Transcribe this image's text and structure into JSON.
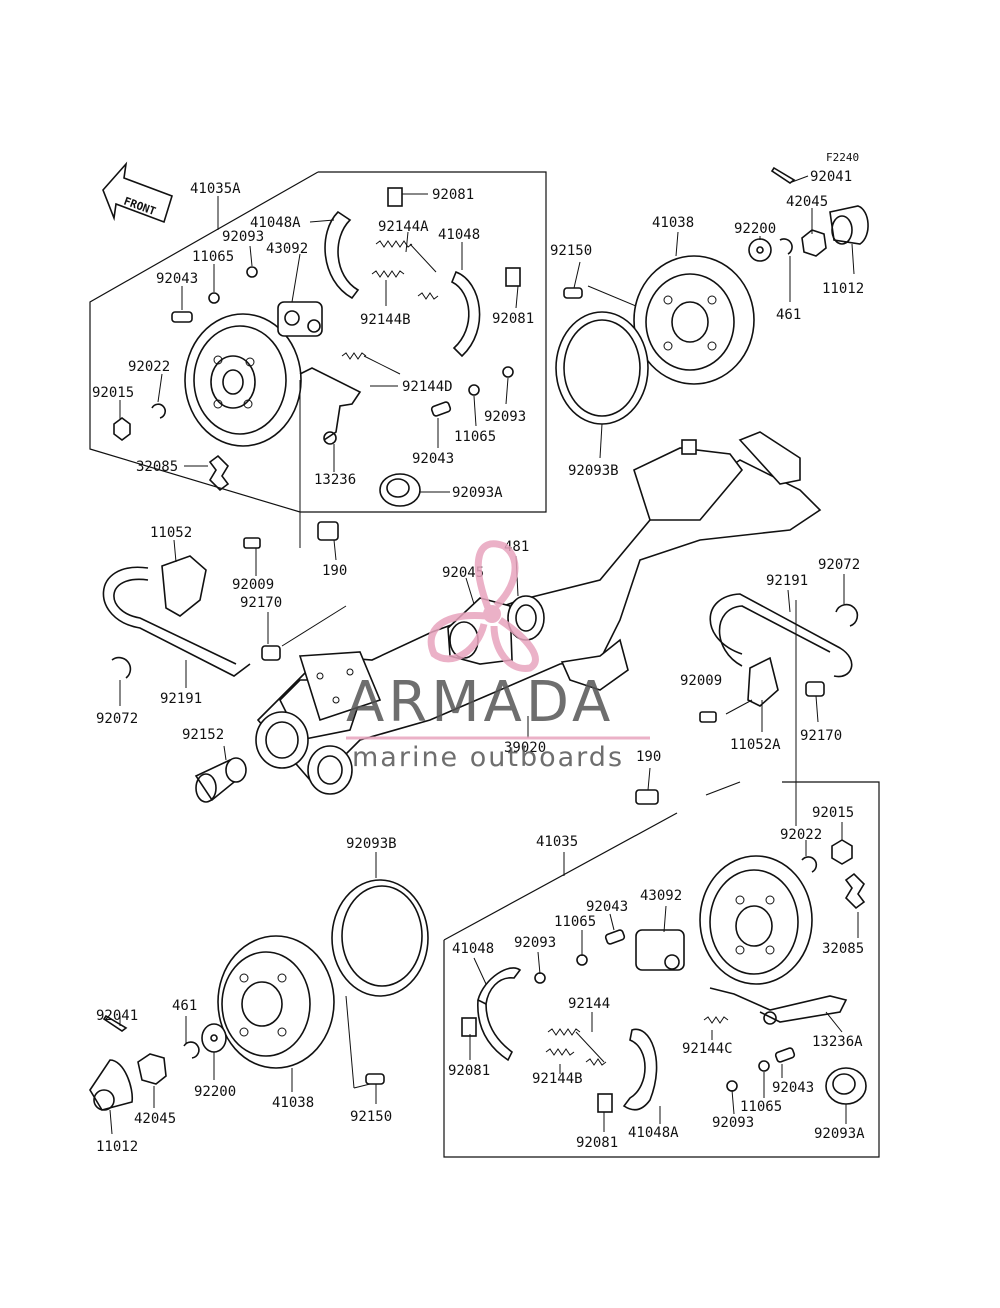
{
  "figure_code": "F2240",
  "front_label": "FRONT",
  "watermark": {
    "brand": "ARMADA",
    "tagline": "marine outboards",
    "accent_color": "#e8a4be",
    "text_color": "#555555"
  },
  "parts": {
    "p41035A": "41035A",
    "p41048A_top": "41048A",
    "p92081_top1": "92081",
    "p92093_top1": "92093",
    "p11065_top1": "11065",
    "p92144A": "92144A",
    "p41048_top": "41048",
    "p43092_top": "43092",
    "p92043_top1": "92043",
    "p92144B_top": "92144B",
    "p92081_top2": "92081",
    "p92022_top": "92022",
    "p92015_top": "92015",
    "p92144D": "92144D",
    "p92093_top2": "92093",
    "p11065_top2": "11065",
    "p32085_top": "32085",
    "p13236": "13236",
    "p92043_top2": "92043",
    "p92093A_top": "92093A",
    "p92041_top": "92041",
    "p42045_top": "42045",
    "p41038_top": "41038",
    "p92200_top": "92200",
    "p92150_top": "92150",
    "p11012_top": "11012",
    "p461_top": "461",
    "p92093B_top": "92093B",
    "p11052": "11052",
    "p92009_left": "92009",
    "p190_top": "190",
    "p92170_left": "92170",
    "p481": "481",
    "p92045_mid": "92045",
    "p92072_right": "92072",
    "p92191_right": "92191",
    "p92072_left": "92072",
    "p92191_left": "92191",
    "p92009_right": "92009",
    "p11052A": "11052A",
    "p92170_right": "92170",
    "p92152": "92152",
    "p39020": "39020",
    "p190_bot": "190",
    "p92015_bot": "92015",
    "p92022_bot": "92022",
    "p41035": "41035",
    "p92093B_bot": "92093B",
    "p92043_bot1": "92043",
    "p43092_bot": "43092",
    "p11065_bot1": "11065",
    "p41048_bot": "41048",
    "p92093_bot1": "92093",
    "p32085_bot": "32085",
    "p92144": "92144",
    "p13236A": "13236A",
    "p92041_bot": "92041",
    "p461_bot": "461",
    "p92144C": "92144C",
    "p92081_bot1": "92081",
    "p92144B_bot": "92144B",
    "p92043_bot2": "92043",
    "p92200_bot": "92200",
    "p41038_bot": "41038",
    "p92150_bot": "92150",
    "p11065_bot2": "11065",
    "p42045_bot": "42045",
    "p92093_bot2": "92093",
    "p92093A_bot": "92093A",
    "p11012_bot": "11012",
    "p92081_bot2": "92081",
    "p41048A_bot": "41048A"
  }
}
